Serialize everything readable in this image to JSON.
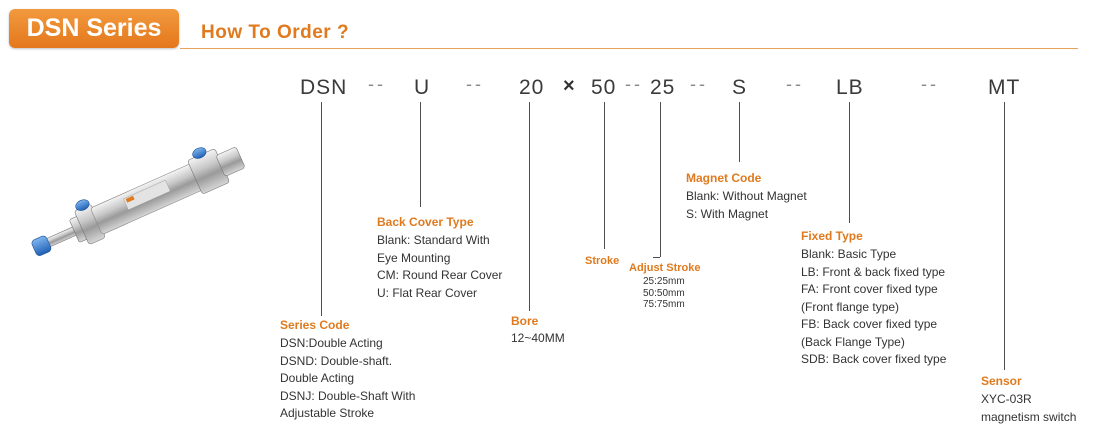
{
  "header": {
    "badge": "DSN Series",
    "title": "How To Order ?"
  },
  "code": {
    "dsn": "DSN",
    "u": "U",
    "bore": "20",
    "times": "×",
    "stroke": "50",
    "adjust": "25",
    "s": "S",
    "lb": "LB",
    "mt": "MT",
    "dash": "--"
  },
  "back_cover": {
    "title": "Back Cover Type",
    "lines": [
      "Blank: Standard With",
      "Eye Mounting",
      "CM: Round Rear Cover",
      "U: Flat Rear Cover"
    ]
  },
  "series_code": {
    "title": "Series Code",
    "lines": [
      "DSN:Double Acting",
      "DSND: Double-shaft.",
      "Double Acting",
      "DSNJ: Double-Shaft With",
      "Adjustable Stroke"
    ]
  },
  "bore": {
    "title": "Bore",
    "value": "12~40MM"
  },
  "stroke": {
    "title": "Stroke"
  },
  "adjust_stroke": {
    "title": "Adjust Stroke",
    "lines": [
      "25:25mm",
      "50:50mm",
      "75:75mm"
    ]
  },
  "magnet": {
    "title": "Magnet Code",
    "lines": [
      "Blank: Without Magnet",
      "S: With Magnet"
    ]
  },
  "fixed": {
    "title": "Fixed Type",
    "lines": [
      "Blank: Basic Type",
      "LB: Front & back fixed type",
      "FA: Front cover fixed type",
      "(Front flange type)",
      "FB: Back cover fixed type",
      "(Back Flange Type)",
      "SDB: Back cover fixed type"
    ]
  },
  "sensor": {
    "title": "Sensor",
    "lines": [
      "XYC-03R",
      "magnetism switch"
    ]
  },
  "colors": {
    "accent": "#e07a1e",
    "badge": "#ec8a2d",
    "line": "#4d4d4d",
    "fitting": "#2f7fd1"
  }
}
